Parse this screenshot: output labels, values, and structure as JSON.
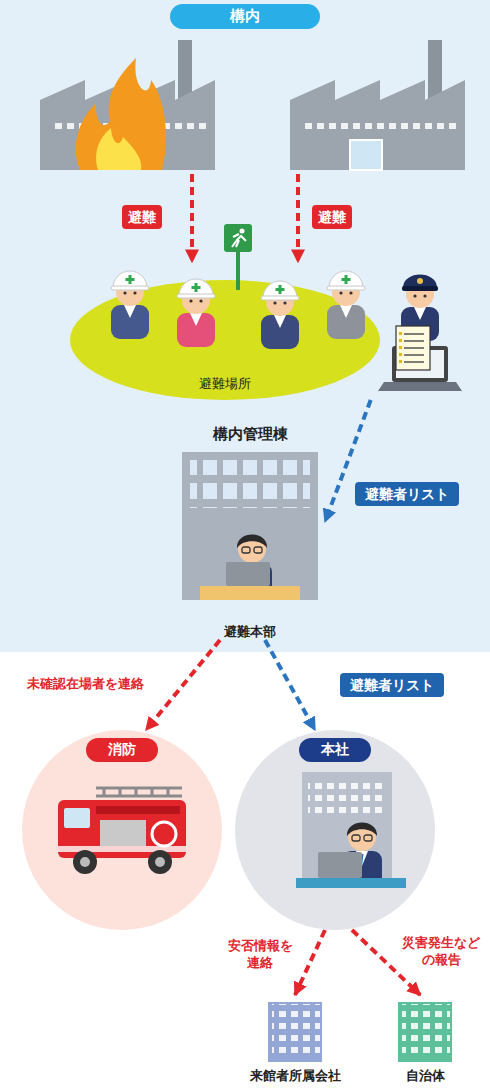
{
  "diagram": {
    "nodes": [
      {
        "text": [
          "構内"
        ]
      },
      {
        "text": [
          "避難場所"
        ],
        "in": 0
      },
      {
        "text": [
          "構内管理棟",
          "避難本部"
        ],
        "in": 0
      },
      {
        "text": [
          "消防"
        ]
      },
      {
        "text": [
          "本社"
        ]
      },
      {
        "text": [
          "来館者所属会社"
        ]
      },
      {
        "text": [
          "自治体"
        ]
      }
    ],
    "edges": [
      {
        "from": 1,
        "to": 2,
        "arrow": "to",
        "label": "避難者リスト"
      },
      {
        "from": 2,
        "to": 3,
        "arrow": "to",
        "label": "未確認在場者を連絡"
      },
      {
        "from": 2,
        "to": 4,
        "arrow": "to",
        "label": "避難者リスト"
      },
      {
        "from": 4,
        "to": 5,
        "arrow": "to",
        "label": "安否情報を 連絡"
      },
      {
        "from": 4,
        "to": 6,
        "arrow": "to",
        "label": "災害発生など の報告"
      }
    ],
    "labels": [
      "避難",
      "避難"
    ]
  }
}
